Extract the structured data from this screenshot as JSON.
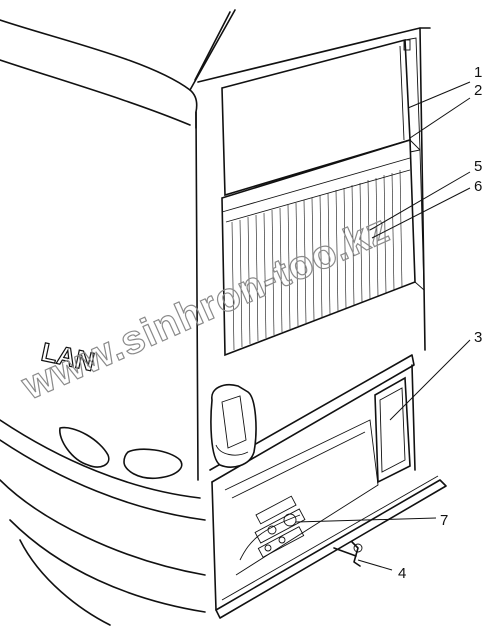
{
  "callouts": [
    {
      "id": "1",
      "label": "1"
    },
    {
      "id": "2",
      "label": "2"
    },
    {
      "id": "5",
      "label": "5"
    },
    {
      "id": "6",
      "label": "6"
    },
    {
      "id": "3",
      "label": "3"
    },
    {
      "id": "7",
      "label": "7"
    },
    {
      "id": "4",
      "label": "4"
    }
  ],
  "logo": {
    "text": "LAN"
  },
  "watermark": {
    "text": "www.sinhron-too.kz"
  }
}
